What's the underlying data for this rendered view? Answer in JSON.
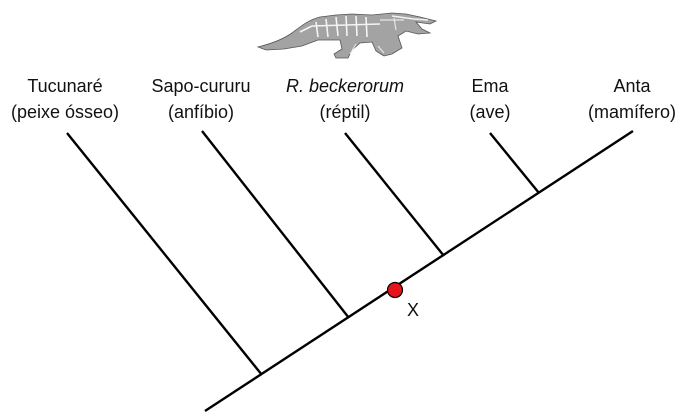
{
  "taxa": [
    {
      "name": "Tucunaré",
      "group": "(peixe ósseo)",
      "italic": false
    },
    {
      "name": "Sapo-cururu",
      "group": "(anfíbio)",
      "italic": false
    },
    {
      "name": "R. beckerorum",
      "group": "(réptil)",
      "italic": true
    },
    {
      "name": "Ema",
      "group": "(ave)",
      "italic": false
    },
    {
      "name": "Anta",
      "group": "(mamífero)",
      "italic": false
    }
  ],
  "marked_node": {
    "label": "X",
    "color": "#e8141c"
  },
  "fossil_illustration": {
    "icon": "reptile-skeleton-icon",
    "color": "#9a9a9a"
  }
}
